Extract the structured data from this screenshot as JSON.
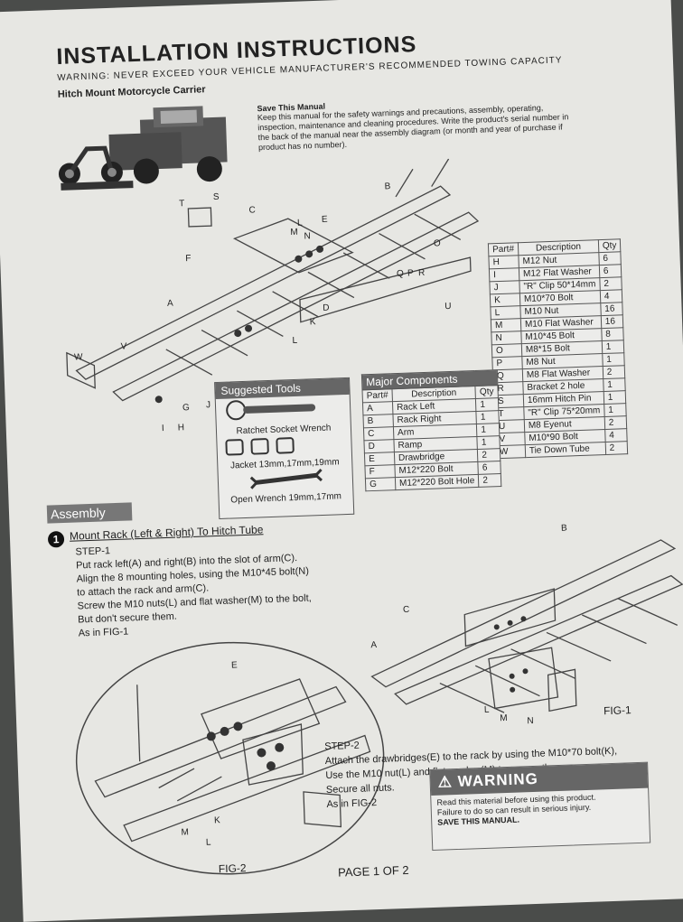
{
  "header": {
    "title": "INSTALLATION INSTRUCTIONS",
    "warning": "WARNING: NEVER EXCEED YOUR VEHICLE MANUFACTURER'S RECOMMENDED TOWING CAPACITY",
    "product": "Hitch Mount Motorcycle Carrier"
  },
  "save_manual": {
    "heading": "Save This Manual",
    "body": "Keep this manual for the safety warnings and precautions, assembly, operating, inspection, maintenance and cleaning procedures. Write the product's serial number in the back of the manual near the assembly diagram (or month and year of purchase if product has no number)."
  },
  "diagram_labels": [
    "B",
    "C",
    "T",
    "S",
    "L",
    "M",
    "N",
    "E",
    "F",
    "A",
    "O",
    "Q",
    "P",
    "R",
    "U",
    "D",
    "K",
    "L",
    "W",
    "V",
    "I",
    "H",
    "G",
    "J"
  ],
  "parts_table": {
    "headers": [
      "Part#",
      "Description",
      "Qty"
    ],
    "rows": [
      [
        "H",
        "M12 Nut",
        "6"
      ],
      [
        "I",
        "M12 Flat Washer",
        "6"
      ],
      [
        "J",
        "\"R\" Clip 50*14mm",
        "2"
      ],
      [
        "K",
        "M10*70 Bolt",
        "4"
      ],
      [
        "L",
        "M10 Nut",
        "16"
      ],
      [
        "M",
        "M10 Flat Washer",
        "16"
      ],
      [
        "N",
        "M10*45 Bolt",
        "8"
      ],
      [
        "O",
        "M8*15 Bolt",
        "1"
      ],
      [
        "P",
        "M8 Nut",
        "1"
      ],
      [
        "Q",
        "M8 Flat Washer",
        "2"
      ],
      [
        "R",
        "Bracket 2 hole",
        "1"
      ],
      [
        "S",
        "16mm Hitch Pin",
        "1"
      ],
      [
        "T",
        "\"R\" Clip 75*20mm",
        "1"
      ],
      [
        "U",
        "M8 Eyenut",
        "2"
      ],
      [
        "V",
        "M10*90 Bolt",
        "4"
      ],
      [
        "W",
        "Tie Down Tube",
        "2"
      ]
    ]
  },
  "major_components": {
    "heading": "Major Components",
    "headers": [
      "Part#",
      "Description",
      "Qty"
    ],
    "rows": [
      [
        "A",
        "Rack Left",
        "1"
      ],
      [
        "B",
        "Rack Right",
        "1"
      ],
      [
        "C",
        "Arm",
        "1"
      ],
      [
        "D",
        "Ramp",
        "1"
      ],
      [
        "E",
        "Drawbridge",
        "2"
      ],
      [
        "F",
        "M12*220 Bolt",
        "6"
      ],
      [
        "G",
        "M12*220 Bolt Hole",
        "2"
      ]
    ]
  },
  "tools": {
    "heading": "Suggested Tools",
    "ratchet": "Ratchet Socket Wrench",
    "jacket": "Jacket 13mm,17mm,19mm",
    "open": "Open Wrench 19mm,17mm"
  },
  "assembly": {
    "tag": "Assembly",
    "step_number": "1",
    "step_title": "Mount Rack (Left & Right) To Hitch Tube",
    "step1_heading": "STEP-1",
    "step1_lines": [
      "Put rack left(A) and right(B)  into the slot of arm(C).",
      "Align the 8 mounting holes, using the M10*45 bolt(N)",
      "to attach the rack and arm(C).",
      "Screw the M10 nuts(L) and flat washer(M) to the bolt,",
      "But don't secure them.",
      "As in FIG-1"
    ],
    "step2_heading": "STEP-2",
    "step2_lines": [
      "Attach the drawbridges(E) to the rack by using the M10*70 bolt(K),",
      "Use the M10 nut(L) and flat washer(M) to secure them.",
      "Secure all nuts.",
      "As in FIG-2"
    ],
    "fig1": "FIG-1",
    "fig2": "FIG-2",
    "fig1_labels": [
      "B",
      "C",
      "A",
      "L",
      "M",
      "N"
    ],
    "fig2_labels": [
      "E",
      "K",
      "M",
      "L"
    ]
  },
  "warning_box": {
    "heading": "WARNING",
    "line1": "Read this material before using this product.",
    "line2": "Failure to do so can result in serious injury.",
    "line3": "SAVE THIS MANUAL."
  },
  "footer": {
    "page": "PAGE 1 OF 2"
  }
}
